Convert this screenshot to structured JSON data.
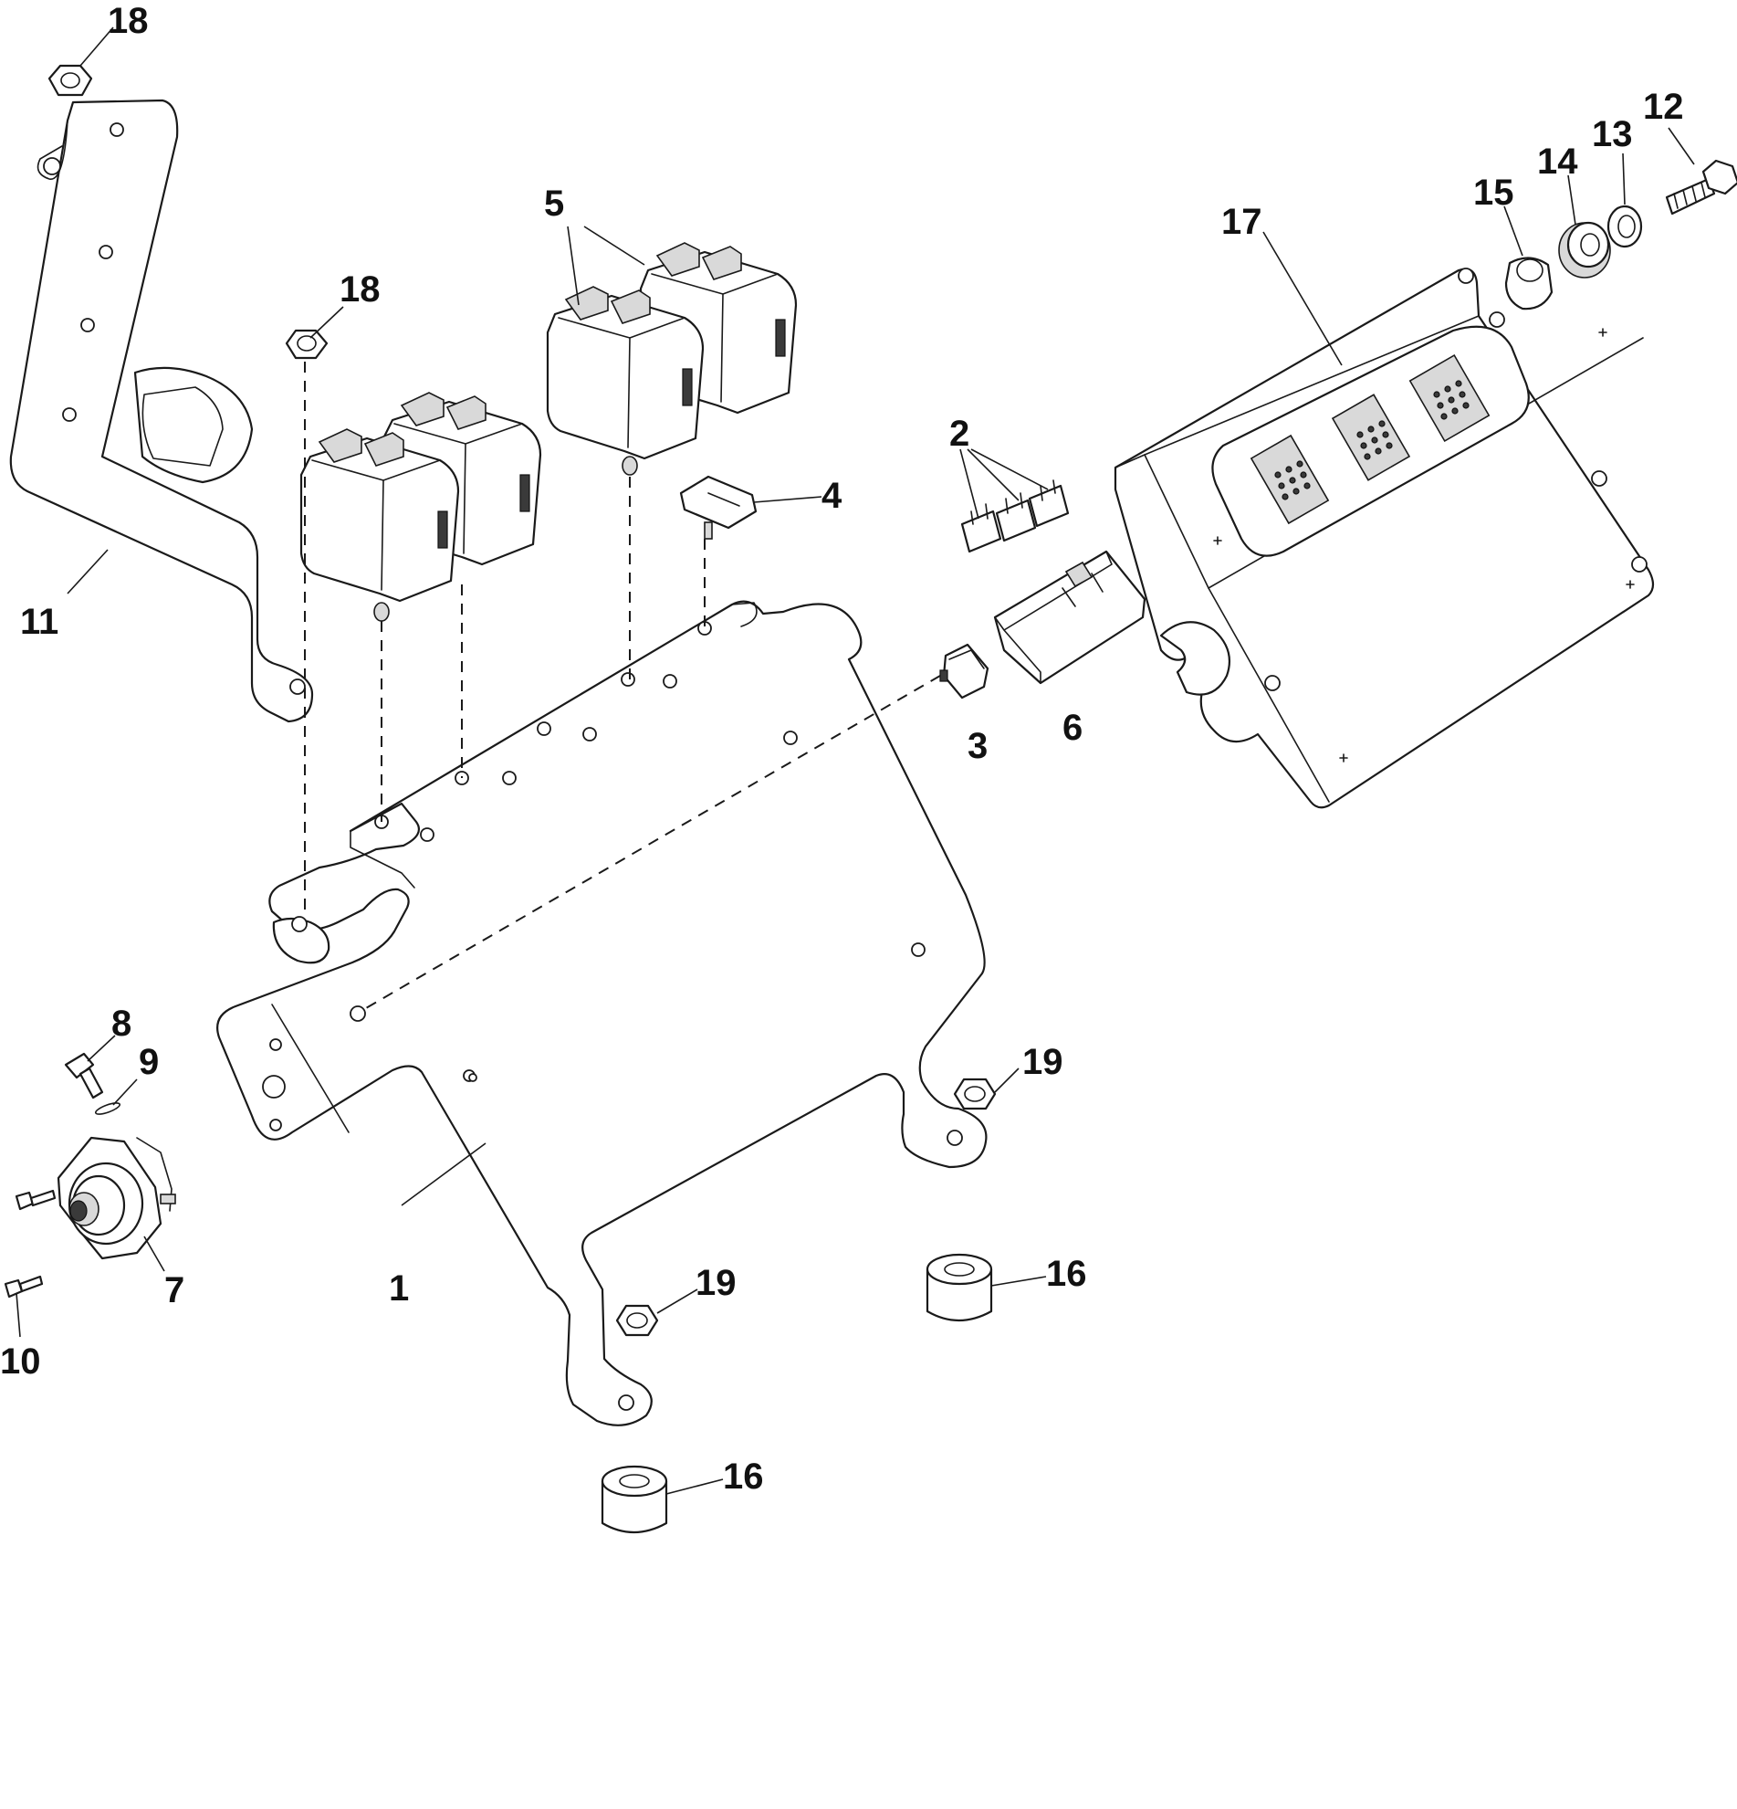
{
  "callouts": {
    "c1": "1",
    "c2": "2",
    "c3": "3",
    "c4": "4",
    "c5": "5",
    "c6": "6",
    "c7": "7",
    "c8": "8",
    "c9": "9",
    "c10": "10",
    "c11": "11",
    "c12": "12",
    "c13": "13",
    "c14": "14",
    "c15": "15",
    "c16a": "16",
    "c16b": "16",
    "c17": "17",
    "c18a": "18",
    "c18b": "18",
    "c19a": "19",
    "c19b": "19"
  }
}
